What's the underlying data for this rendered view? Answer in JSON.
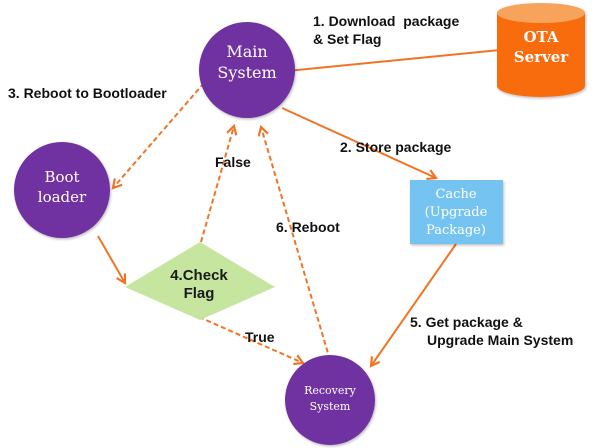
{
  "colors": {
    "circle": "#7030A0",
    "server": "#F96C0E",
    "server_top": "#F7A35C",
    "cache": "#75C3F0",
    "diamond": "#C6E6A0",
    "arrow": "#F07424"
  },
  "nodes": {
    "main_system": {
      "line1": "Main",
      "line2": "System"
    },
    "ota_server": {
      "line1": "OTA",
      "line2": "Server"
    },
    "bootloader": {
      "line1": "Boot",
      "line2": "loader"
    },
    "cache": {
      "line1": "Cache",
      "line2": "(Upgrade",
      "line3": "Package)"
    },
    "check_flag": {
      "line1": "4.Check",
      "line2": "Flag"
    },
    "recovery_system": {
      "line1": "Recovery",
      "line2": "System"
    }
  },
  "labels": {
    "step1_line1": "1. Download  package",
    "step1_line2": "& Set Flag",
    "step2": "2. Store package",
    "step3": "3. Reboot to Bootloader",
    "step5_line1": "5. Get package &",
    "step5_line2": "Upgrade Main System",
    "step6": "6. Reboot",
    "false": "False",
    "true": "True"
  },
  "edges": [
    {
      "from": "ota_server",
      "to": "main_system",
      "style": "solid",
      "label": "1. Download package & Set Flag"
    },
    {
      "from": "main_system",
      "to": "cache",
      "style": "solid",
      "label": "2. Store package"
    },
    {
      "from": "main_system",
      "to": "bootloader",
      "style": "dashed",
      "label": "3. Reboot to Bootloader"
    },
    {
      "from": "bootloader",
      "to": "check_flag",
      "style": "solid",
      "label": ""
    },
    {
      "from": "check_flag",
      "to": "main_system",
      "style": "dashed",
      "label": "False"
    },
    {
      "from": "check_flag",
      "to": "recovery_system",
      "style": "dashed",
      "label": "True"
    },
    {
      "from": "cache",
      "to": "recovery_system",
      "style": "solid",
      "label": "5. Get package & Upgrade Main System"
    },
    {
      "from": "recovery_system",
      "to": "main_system",
      "style": "dashed",
      "label": "6. Reboot"
    }
  ]
}
